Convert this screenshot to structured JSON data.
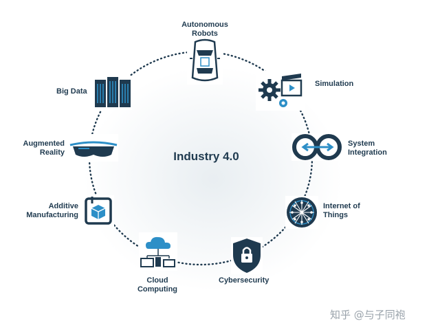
{
  "center": {
    "title": "Industry 4.0"
  },
  "nodes": [
    {
      "label": "Autonomous\nRobots",
      "icon": "autonomous-vehicle-icon"
    },
    {
      "label": "Simulation",
      "icon": "gear-clapper-icon"
    },
    {
      "label": "System\nIntegration",
      "icon": "integration-loop-icon"
    },
    {
      "label": "Internet of\nThings",
      "icon": "network-globe-icon"
    },
    {
      "label": "Cybersecurity",
      "icon": "shield-lock-icon"
    },
    {
      "label": "Cloud\nComputing",
      "icon": "cloud-network-icon"
    },
    {
      "label": "Additive\nManufacturing",
      "icon": "3d-print-cube-icon"
    },
    {
      "label": "Augmented\nReality",
      "icon": "ar-headset-icon"
    },
    {
      "label": "Big Data",
      "icon": "server-rack-icon"
    }
  ],
  "watermark": "知乎 @与子同袍",
  "colors": {
    "icon_dark": "#1f3a4f",
    "icon_accent": "#2d8fc7",
    "dots": "#1f3a4f"
  }
}
